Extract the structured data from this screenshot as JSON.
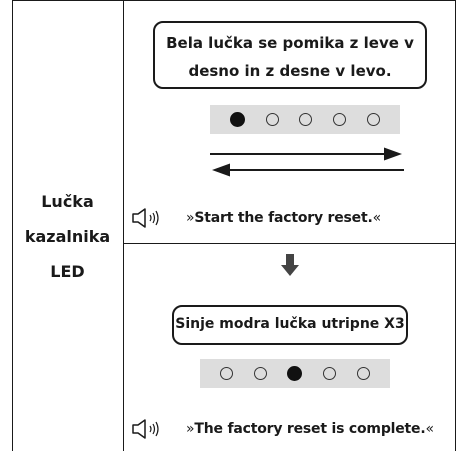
{
  "row_label": [
    "Lučka",
    "kazalnika",
    "LED"
  ],
  "step1": {
    "bubble_line1": "Bela lučka se pomika z leve v",
    "bubble_line2": "desno in z desne v levo.",
    "leds": [
      true,
      false,
      false,
      false,
      false
    ],
    "voice_open": "»",
    "voice_text": "Start the factory reset.",
    "voice_close": "«"
  },
  "step2": {
    "bubble_text": "Sinje modra lučka utripne X3",
    "leds": [
      false,
      false,
      true,
      false,
      false
    ],
    "voice_open": "»",
    "voice_text": "The factory reset is complete.",
    "voice_close": "«"
  },
  "icons": {
    "speaker": "speaker-icon",
    "arrow_down": "down-arrow-icon",
    "arrow_right": "right-arrow-icon",
    "arrow_left": "left-arrow-icon"
  },
  "colors": {
    "led_strip": "#dddddd",
    "ink": "#1a1a1a"
  }
}
